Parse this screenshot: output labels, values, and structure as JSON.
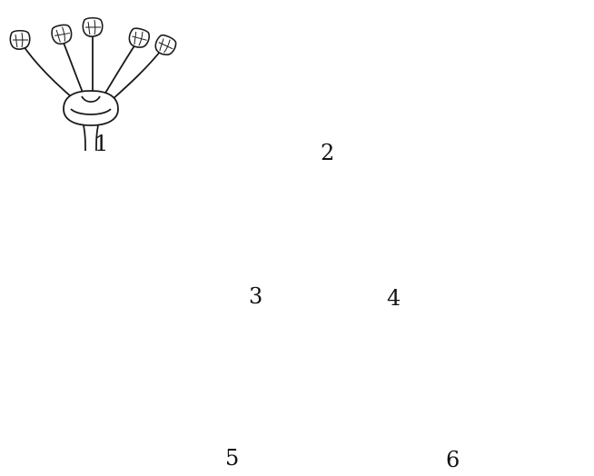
{
  "figure": {
    "panels": [
      {
        "label": "1"
      },
      {
        "label": "2"
      },
      {
        "label": "3"
      },
      {
        "label": "4"
      },
      {
        "label": "5"
      },
      {
        "label": "6"
      }
    ]
  },
  "colors": {
    "ink": "#1a1a1a",
    "paper": "#ffffff",
    "shade": "#6a6a6a"
  }
}
